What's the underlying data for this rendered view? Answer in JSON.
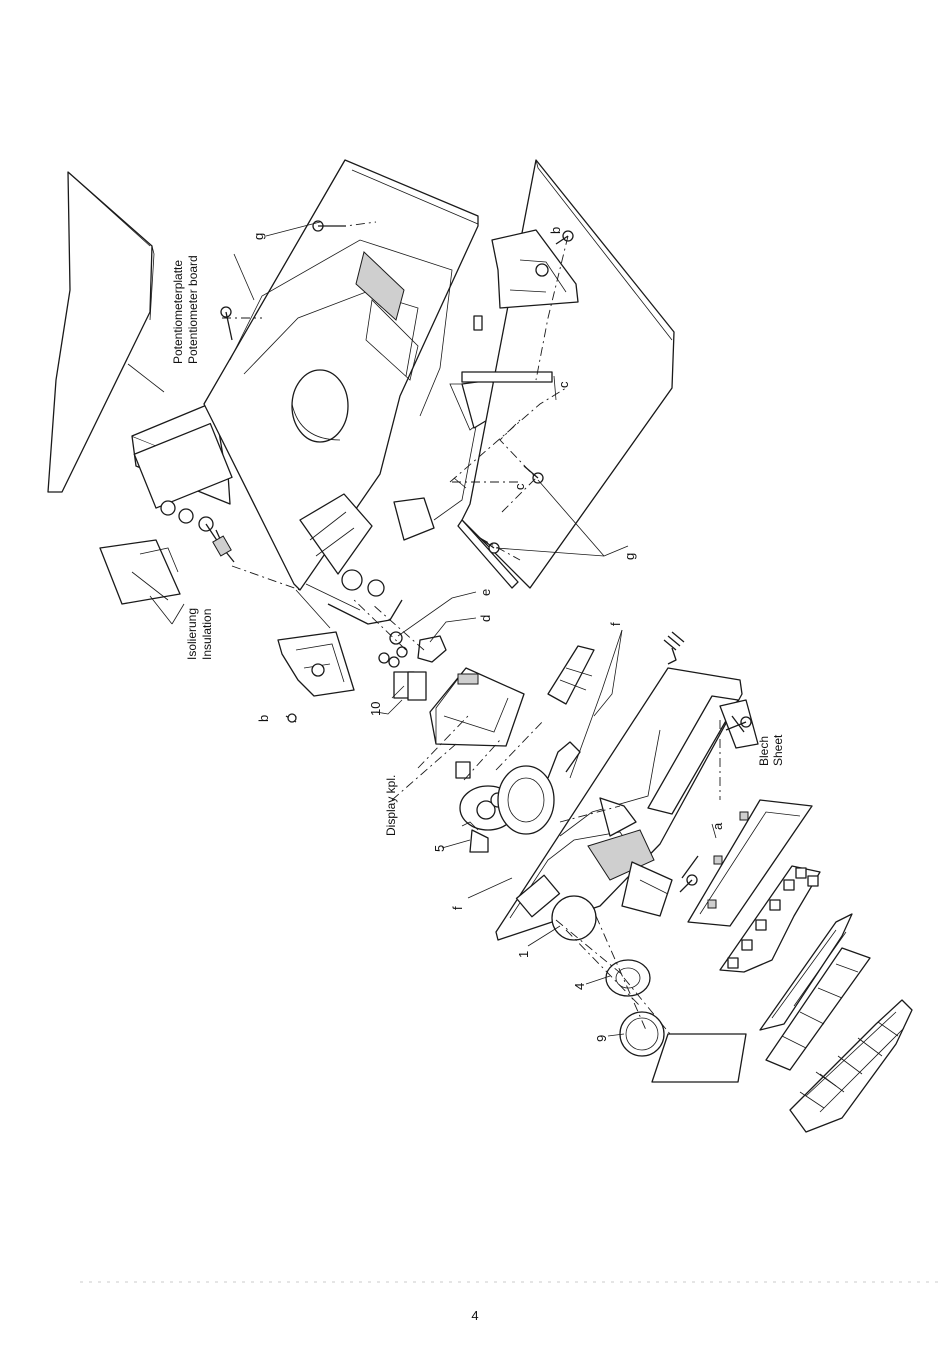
{
  "page": {
    "number": "4"
  },
  "diagram": {
    "labels": {
      "potentiometer_de": "Potentiometerplatte",
      "potentiometer_en": "Potentiometer board",
      "insulation_de": "Isolierung",
      "insulation_en": "Insulation",
      "display": "Display kpl.",
      "sheet_de": "Blech",
      "sheet_en": "Sheet"
    },
    "callouts": {
      "a": "a",
      "b": "b",
      "c": "c",
      "d": "d",
      "e": "e",
      "f": "f",
      "g": "g",
      "n1": "1",
      "n4": "4",
      "n5": "5",
      "n9": "9",
      "n10": "10"
    }
  }
}
